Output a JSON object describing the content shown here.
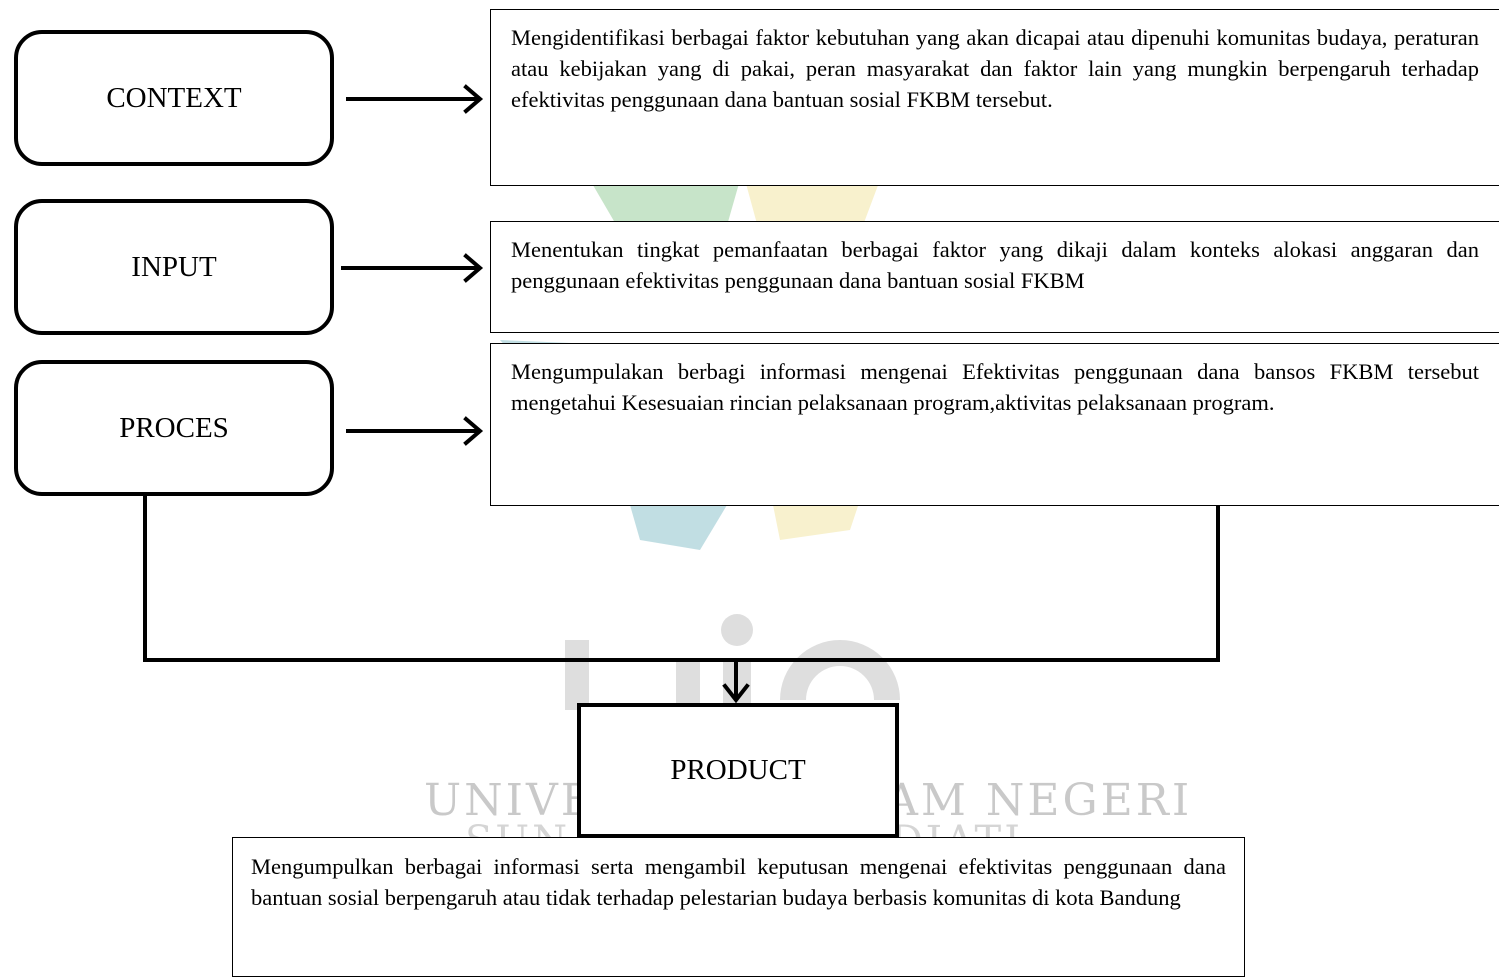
{
  "stages": {
    "context": "CONTEXT",
    "input": "INPUT",
    "process": "PROCES",
    "product": "PRODUCT"
  },
  "descriptions": {
    "context": "Mengidentifikasi berbagai faktor kebutuhan yang akan dicapai atau dipenuhi komunitas budaya, peraturan atau kebijakan yang di pakai, peran masyarakat dan faktor lain yang mungkin berpengaruh terhadap efektivitas penggunaan dana bantuan sosial FKBM tersebut.",
    "input": "Menentukan tingkat pemanfaatan berbagai faktor yang dikaji dalam konteks alokasi anggaran dan penggunaan efektivitas penggunaan dana bantuan sosial FKBM",
    "process": "Mengumpulakan berbagi informasi mengenai Efektivitas penggunaan dana bansos FKBM tersebut mengetahui Kesesuaian rincian pelaksanaan program,aktivitas pelaksanaan program.",
    "product": "Mengumpulkan berbagai informasi serta mengambil keputusan mengenai efektivitas penggunaan dana bantuan sosial berpengaruh atau tidak terhadap pelestarian budaya berbasis komunitas di kota Bandung"
  },
  "watermark": {
    "line1": "UNIVERSITAS ISLAM NEGERI",
    "line2": "SUNAN GUNUNG DJATI",
    "colors": {
      "green": "#9bcf9e",
      "teal": "#8ec3cc",
      "yellow": "#f3e6a6",
      "gray": "#8a8a8a"
    }
  }
}
